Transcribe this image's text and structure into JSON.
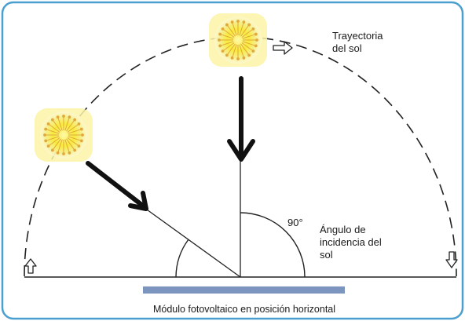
{
  "labels": {
    "trajectory_line1": "Trayectoria",
    "trajectory_line2": "del sol",
    "angle_value": "90°",
    "incidence_line1": "Ángulo de",
    "incidence_line2": "incidencia del",
    "incidence_line3": "sol",
    "module_caption": "Módulo fotovoltaico en posición horizontal"
  },
  "colors": {
    "frame_border": "#4a9fcf",
    "module_panel": "#7b95bf",
    "sun_core": "#f7e21a",
    "sun_glow": "#fbf3a6",
    "sun_rays": "#e0a93a",
    "arrow": "#111111"
  },
  "icons": {
    "sun_top": "sun-icon",
    "sun_left": "sun-icon",
    "trajectory_arrows": "hollow-arrow-icon"
  }
}
